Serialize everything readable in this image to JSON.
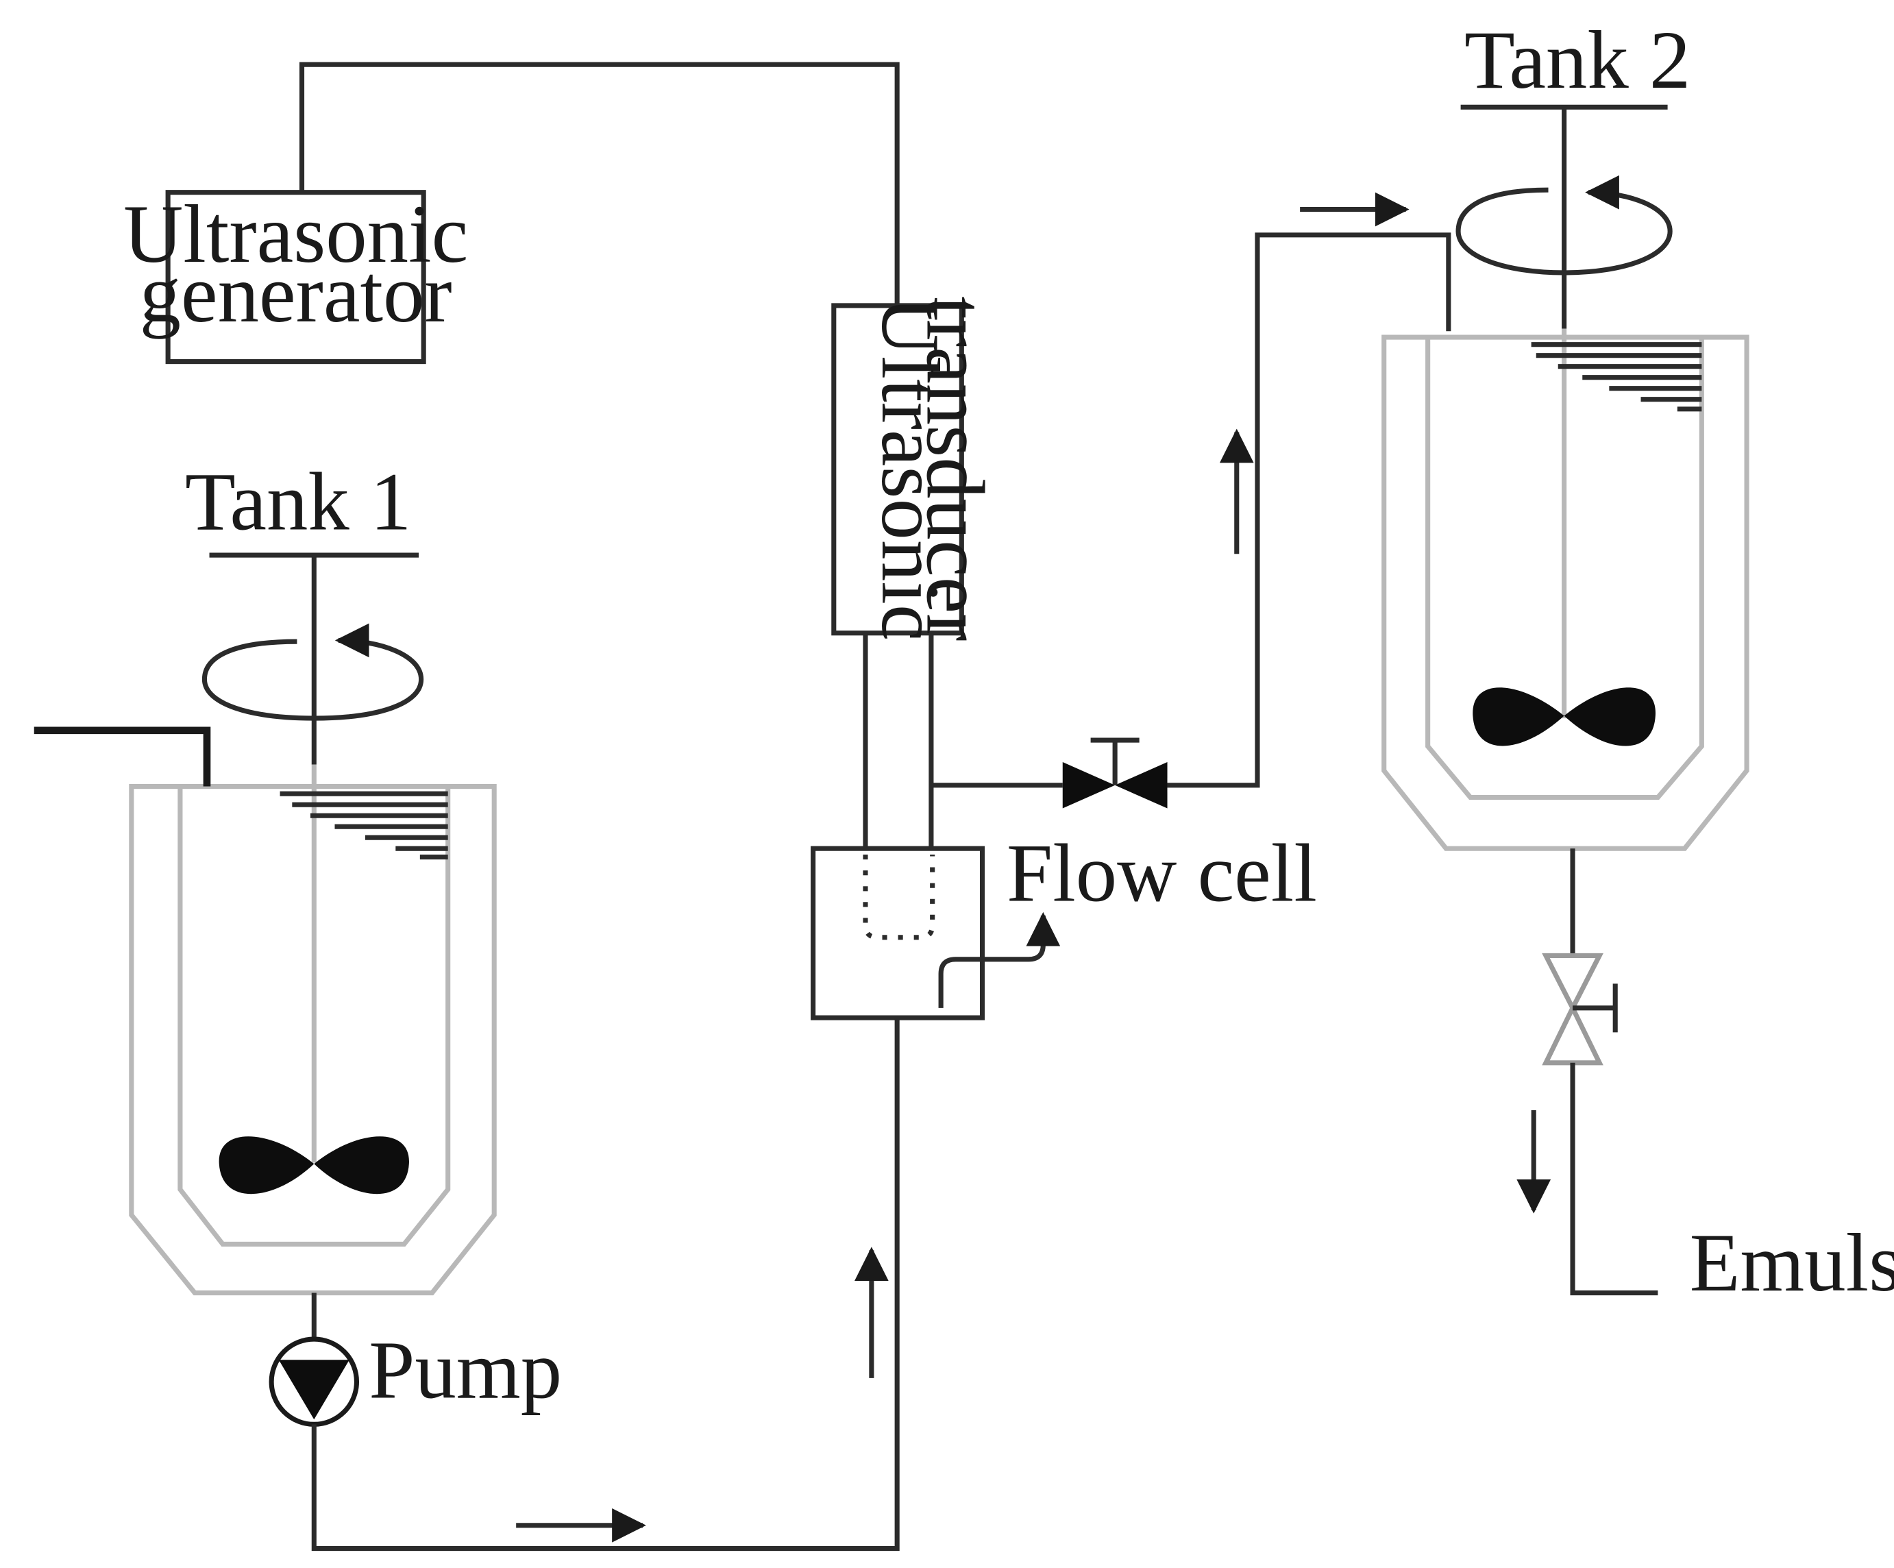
{
  "labels": {
    "ultrasonic_generator_line1": "Ultrasonic",
    "ultrasonic_generator_line2": "generator",
    "ultrasonic_transducer_line1": "Ultrasonic",
    "ultrasonic_transducer_line2": "transducer",
    "tank1": "Tank 1",
    "tank2": "Tank 2",
    "pump": "Pump",
    "flow_cell": "Flow cell",
    "emulsion": "Emulsion"
  },
  "colors": {
    "line": "#2b2b2b",
    "tank_wall": "#b8b8b8",
    "fill": "#0d0d0d",
    "background": "#ffffff"
  },
  "icons": [
    "stirrer-icon",
    "impeller-icon",
    "pump-icon",
    "valve-icon",
    "flow-arrow-icon"
  ]
}
